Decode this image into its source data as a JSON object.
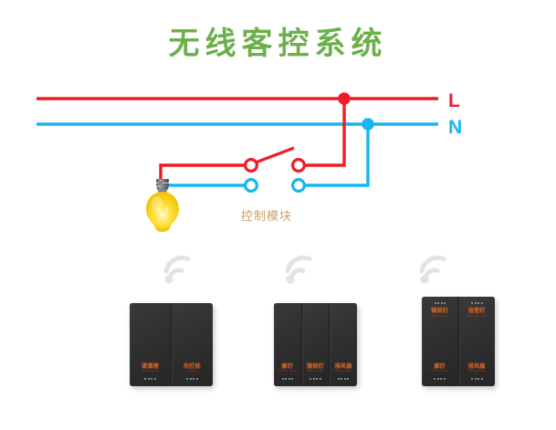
{
  "page": {
    "title": "无线客控系统",
    "title_color": "#6cb04a",
    "background": "#ffffff"
  },
  "diagram": {
    "name": "wireless-room-control-wiring-diagram",
    "live_label": "L",
    "live_color": "#ee1c25",
    "neutral_label": "N",
    "neutral_color": "#17b6ef",
    "module_label": "控制模块",
    "module_label_color": "#c9a06a",
    "bulb_name": "light-bulb",
    "junction_live_name": "live-junction-dot",
    "junction_neutral_name": "neutral-junction-dot",
    "terminals": [
      {
        "name": "live-terminal-in",
        "color": "#ee1c25"
      },
      {
        "name": "live-terminal-out",
        "color": "#ee1c25"
      },
      {
        "name": "neutral-terminal-in",
        "color": "#17b6ef"
      },
      {
        "name": "neutral-terminal-out",
        "color": "#17b6ef"
      }
    ]
  },
  "wifi": {
    "icon_name": "wifi-signal-icon",
    "color": "#e2e2e2",
    "count": 3
  },
  "panels": [
    {
      "name": "switch-panel-doorbell-2gang",
      "layout": "two-gang",
      "keys": [
        {
          "cn": "请清理",
          "en": "Please Clean",
          "leds": 4
        },
        {
          "cn": "勿打扰",
          "en": "D.N.D",
          "leds": 4
        }
      ]
    },
    {
      "name": "switch-panel-bathroom-3gang",
      "layout": "three-gang",
      "keys": [
        {
          "cn": "廊灯",
          "en": "Corridor Lamp",
          "leds": 4
        },
        {
          "cn": "镜前灯",
          "en": "Mirror Lamp",
          "leds": 4
        },
        {
          "cn": "排风扇",
          "en": "Exhaust Fan",
          "leds": 4
        }
      ]
    },
    {
      "name": "switch-panel-bathroom-4gang",
      "layout": "four-gang",
      "keys": [
        {
          "cn": "镜前灯",
          "en": "Mirror Lamp",
          "leds": 4
        },
        {
          "cn": "浴室灯",
          "en": "Bathroom Light",
          "leds": 4
        },
        {
          "cn": "廊灯",
          "en": "Corridor Lamp",
          "leds": 4
        },
        {
          "cn": "排风扇",
          "en": "Exhaust Fan",
          "leds": 4
        }
      ]
    }
  ]
}
